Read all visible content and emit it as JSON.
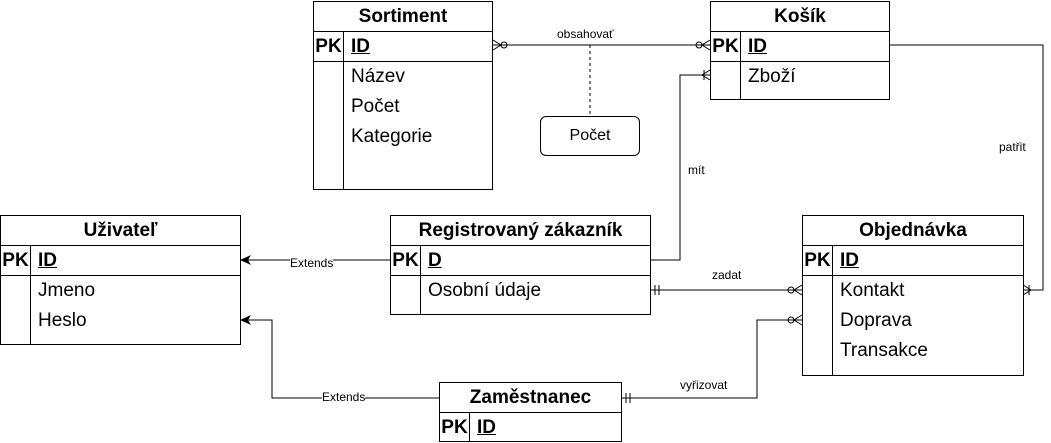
{
  "entities": {
    "sortiment": {
      "title": "Sortiment",
      "pk_label": "PK",
      "pk_name": "ID",
      "attrs": [
        "Název",
        "Počet",
        "Kategorie",
        ""
      ]
    },
    "kosik": {
      "title": "Košík",
      "pk_label": "PK",
      "pk_name": "ID",
      "attrs": [
        "Zboží"
      ]
    },
    "uzivatel": {
      "title": "Uživateľ",
      "pk_label": "PK",
      "pk_name": "ID",
      "attrs": [
        "Jmeno",
        "Heslo"
      ]
    },
    "registrovany": {
      "title": "Registrovaný zákazník",
      "pk_label": "PK",
      "pk_name": "D",
      "attrs": [
        "Osobní údaje"
      ]
    },
    "objednavka": {
      "title": "Objednávka",
      "pk_label": "PK",
      "pk_name": "ID",
      "attrs": [
        "Kontakt",
        "Doprava",
        "Transakce"
      ]
    },
    "zamestnanec": {
      "title": "Zaměstnanec",
      "pk_label": "PK",
      "pk_name": "ID",
      "attrs": []
    }
  },
  "relations": {
    "obsahovat": "obsahovať",
    "mit": "mít",
    "patrit": "patřit",
    "zadat": "zadat",
    "vyrizovat": "vyřizovat",
    "extends_registered": "Extends",
    "extends_employee": "Extends"
  },
  "note": {
    "label": "Počet"
  }
}
